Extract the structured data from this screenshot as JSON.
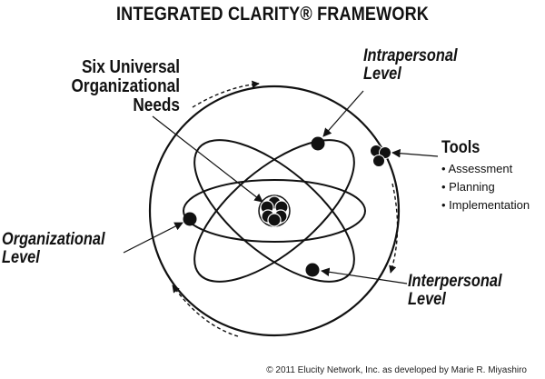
{
  "title": "INTEGRATED CLARITY® FRAMEWORK",
  "labels": {
    "needs": [
      "Six Universal",
      "Organizational",
      "Needs"
    ],
    "intrapersonal": [
      "Intrapersonal",
      "Level"
    ],
    "organizational": [
      "Organizational",
      "Level"
    ],
    "interpersonal": [
      "Interpersonal",
      "Level"
    ]
  },
  "tools": {
    "title": "Tools",
    "items": [
      "Assessment",
      "Planning",
      "Implementation"
    ]
  },
  "copyright": "© 2011 Elucity Network, Inc. as developed by Marie R. Miyashiro",
  "colors": {
    "ink": "#111111",
    "background": "#ffffff"
  }
}
